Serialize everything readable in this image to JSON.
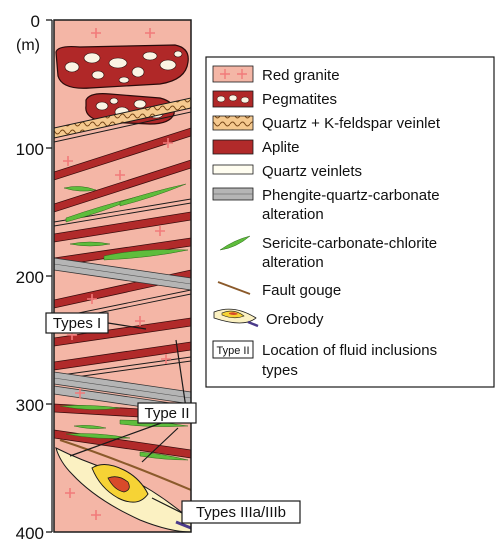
{
  "depth_axis": {
    "unit": "(m)",
    "ticks": [
      "0",
      "100",
      "200",
      "300",
      "400"
    ]
  },
  "legend": [
    {
      "id": "red-granite",
      "label": "Red granite"
    },
    {
      "id": "pegmatites",
      "label": "Pegmatites"
    },
    {
      "id": "quartz-kfeldspar",
      "label": "Quartz + K-feldspar veinlet"
    },
    {
      "id": "aplite",
      "label": "Aplite"
    },
    {
      "id": "quartz-veinlets",
      "label": "Quartz veinlets"
    },
    {
      "id": "phengite",
      "label_lines": [
        "Phengite-quartz-carbonate",
        "alteration"
      ]
    },
    {
      "id": "sericite",
      "label_lines": [
        "Sericite-carbonate-chlorite",
        "alteration"
      ]
    },
    {
      "id": "fault-gouge",
      "label": "Fault gouge"
    },
    {
      "id": "orebody",
      "label": "Orebody"
    },
    {
      "id": "fluid-inclusion-location",
      "box_text": "Type II",
      "label_lines": [
        "Location of fluid inclusions",
        "types"
      ]
    }
  ],
  "callouts": {
    "types_i": "Types I",
    "type_ii": "Type II",
    "types_iii": "Types IIIa/IIIb"
  },
  "colors": {
    "granite": "#f4b6a6",
    "granite_cross": "#f27a7a",
    "aplite": "#b12a2a",
    "sericite": "#5ebd3c",
    "phengite": "#b5b5b5",
    "quartz_kfeldspar": "#f5c98f",
    "orebody_outer": "#fbf1c2",
    "orebody_mid": "#f6d335",
    "orebody_core": "#d84a2a",
    "fault": "#8b5a2b",
    "outline": "#1a1a1a"
  }
}
